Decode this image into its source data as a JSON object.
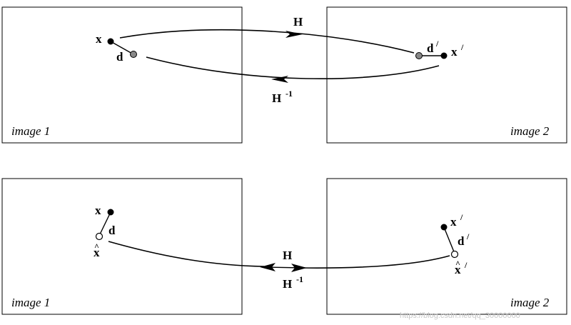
{
  "top": {
    "left_image_label": "image 1",
    "right_image_label": "image 2",
    "x": "x",
    "d": "d",
    "d_prime": "d",
    "x_prime": "x",
    "prime": "/",
    "H": "H",
    "H_inv": "H",
    "inv_exp": "-1"
  },
  "bottom": {
    "left_image_label": "image 1",
    "right_image_label": "image 2",
    "x": "x",
    "d": "d",
    "xhat": "x",
    "hat": "^",
    "x_prime": "x",
    "d_prime": "d",
    "xhat_prime": "x",
    "prime": "/",
    "H": "H",
    "H_inv": "H",
    "inv_exp": "-1"
  },
  "watermark": "https://blog.csdn.net/qq_30000000"
}
